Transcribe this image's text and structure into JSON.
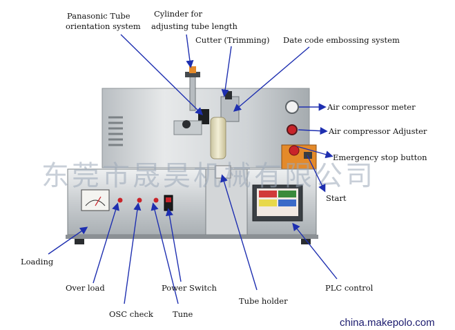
{
  "labels": {
    "panasonic_line1": "Panasonic Tube",
    "panasonic_line2": "orientation system",
    "cylinder_line1": "Cylinder for",
    "cylinder_line2": "adjusting tube length",
    "cutter": "Cutter (Trimming)",
    "date_code": "Date code embossing system",
    "air_meter": "Air compressor meter",
    "air_adjuster": "Air compressor Adjuster",
    "emergency": "Emergency stop button",
    "start": "Start",
    "loading": "Loading",
    "over_load": "Over load",
    "osc_check": "OSC check",
    "power_switch": "Power Switch",
    "tune": "Tune",
    "tube_holder": "Tube holder",
    "plc_control": "PLC control"
  },
  "watermark": "东莞市晟昊机械有限公司",
  "site": "china.makepolo.com",
  "colors": {
    "arrow": "#1e2fb0",
    "steel_light": "#d9dcde",
    "steel_dark": "#9ea3a7",
    "orange": "#e48a2a",
    "red": "#c8242a"
  }
}
